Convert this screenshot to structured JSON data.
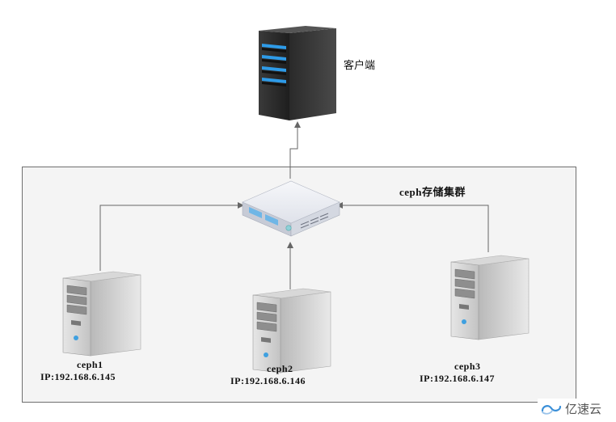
{
  "client": {
    "label": "客户端",
    "icon": "server-tower-icon"
  },
  "cluster": {
    "label": "ceph存储集群",
    "switch_icon": "network-switch-icon"
  },
  "nodes": [
    {
      "name": "ceph1",
      "ip": "IP:192.168.6.145",
      "icon": "server-tower-icon"
    },
    {
      "name": "ceph2",
      "ip": "IP:192.168.6.146",
      "icon": "server-tower-icon"
    },
    {
      "name": "ceph3",
      "ip": "IP:192.168.6.147",
      "icon": "server-tower-icon"
    }
  ],
  "watermark": {
    "text": "亿速云",
    "icon": "yisuyun-logo-icon"
  },
  "colors": {
    "connector": "#666666",
    "cluster_fill": "#f4f4f4",
    "cluster_border": "#6f6f6f",
    "client_led": "#2e9be8"
  }
}
